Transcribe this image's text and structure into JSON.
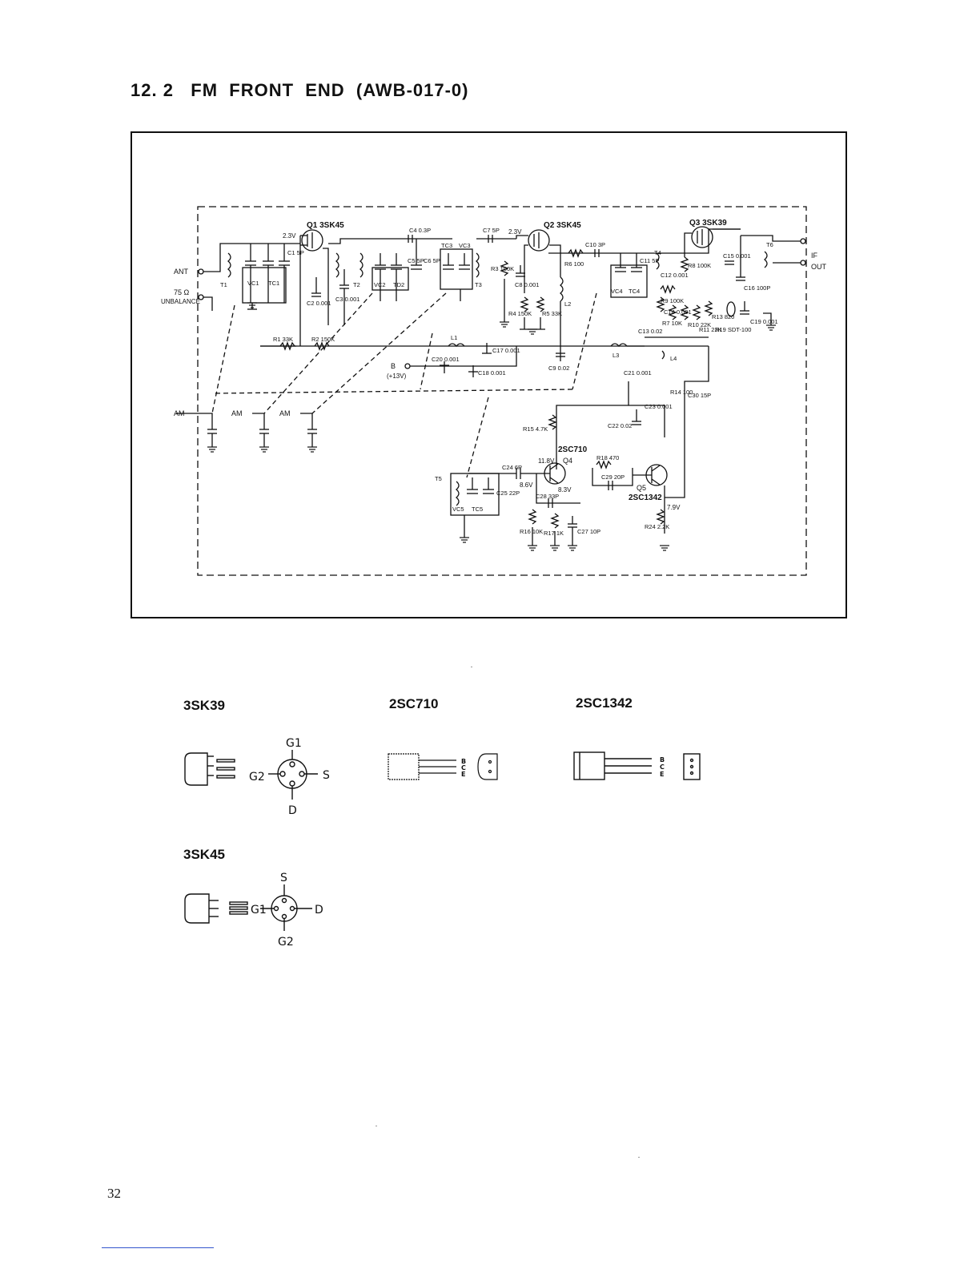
{
  "title": "12. 2   FM  FRONT  END  (AWB-017-0)",
  "page_number": "32",
  "schematic": {
    "terminals": {
      "ant": "ANT",
      "ohm": "75 Ω",
      "unbalance": "UNBALANCE",
      "am": "AM",
      "am2": "AM",
      "am3": "AM",
      "b": "B",
      "b_volt": "(+13V)",
      "if": "IF",
      "out": "OUT"
    },
    "transistors": {
      "q1": "Q1 3SK45",
      "q2": "Q2 3SK45",
      "q3": "Q3 3SK39",
      "q4_type": "2SC710",
      "q4": "Q4",
      "q5": "Q5",
      "q5_type": "2SC1342"
    },
    "voltages": {
      "v_q1": "2.3V",
      "v_q2": "2.3V",
      "v_q4c": "11.8V",
      "v_q4b": "8.6V",
      "v_q4e": "8.3V",
      "v_q5e": "7.9V"
    },
    "components": {
      "t1": "T1",
      "vc1": "VC1",
      "tc1": "TC1",
      "c1": "C1 5P",
      "c2": "C2 0.001",
      "c3": "C3 0.001",
      "t2": "T2",
      "vc2": "VC2",
      "tc2": "TD2",
      "c4": "C4 0.3P",
      "c5": "C5 5P",
      "c6": "C6 5P",
      "tc3": "TC3",
      "vc3": "VC3",
      "t3": "T3",
      "c7": "C7 5P",
      "r3": "R3 100K",
      "c8": "C8 0.001",
      "r4": "R4 150K",
      "r5": "R5 33K",
      "r6": "R6 100",
      "l2": "L2",
      "c10": "C10 3P",
      "vc4": "VC4",
      "tc4": "TC4",
      "c11": "C11 5P",
      "t4": "T4",
      "r8": "R8 100K",
      "c12": "C12 0.001",
      "r9": "R9 100K",
      "c14": "C14 0.001",
      "r7": "R7 10K",
      "r10": "R10 22K",
      "r11": "R11 22K",
      "r13": "R13 820",
      "c13": "C13 0.02",
      "r19": "R19 SDT-100",
      "c19": "C19 0.001",
      "c15": "C15 0.001",
      "c16": "C16 100P",
      "t6": "T6",
      "r1": "R1 33K",
      "r2": "R2 150K",
      "l1": "L1",
      "c17": "C17 0.001",
      "c20": "C20 0.001",
      "c18": "C18 0.001",
      "c9": "C9 0.02",
      "l3": "L3",
      "l4": "L4",
      "c21": "C21 0.001",
      "r14": "R14 100",
      "c30": "C30 15P",
      "c23": "C23 0.001",
      "c22": "C22 0.02",
      "r15": "R15 4.7K",
      "r18": "R18 470",
      "c29": "C29 20P",
      "c24": "C24 6P",
      "t5": "T5",
      "vc5": "VC5",
      "tc5": "TC5",
      "c25": "C25 22P",
      "c28": "C28 33P",
      "r16": "R16 10K",
      "r17": "R17 1K",
      "c27": "C27 10P",
      "r24": "R24 2.2K"
    }
  },
  "pinouts": {
    "sk39": {
      "label": "3SK39",
      "g1": "G1",
      "g2": "G2",
      "s": "S",
      "d": "D"
    },
    "sc710": {
      "label": "2SC710",
      "b": "B",
      "c": "C",
      "e": "E"
    },
    "sc1342": {
      "label": "2SC1342",
      "b": "B",
      "c": "C",
      "e": "E"
    },
    "sk45": {
      "label": "3SK45",
      "s": "S",
      "g1": "G1",
      "d": "D",
      "g2": "G2"
    }
  }
}
